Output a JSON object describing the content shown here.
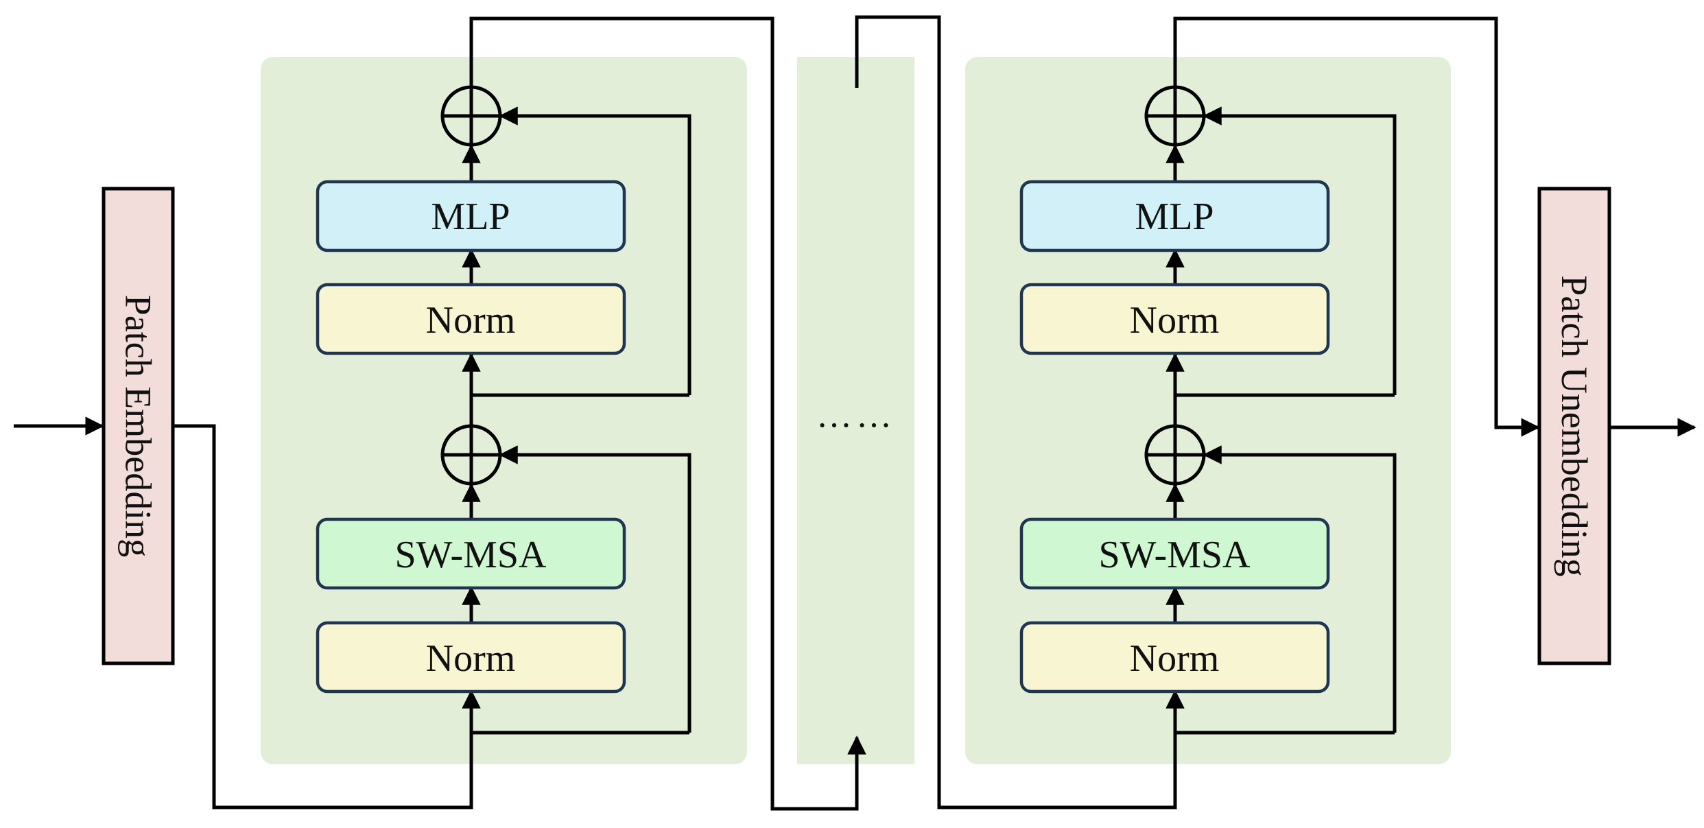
{
  "colors": {
    "block_bg": "#e2eed8",
    "patch_box": "#f2ddda",
    "mlp": "#d2f0f8",
    "norm": "#f8f5d2",
    "swmsa": "#cff8d2",
    "box_border": "#1f3550",
    "line": "#000000"
  },
  "patch_embedding": {
    "label": "Patch Embedding"
  },
  "patch_unembedding": {
    "label": "Patch Unembedding"
  },
  "blocks": [
    {
      "mlp": "MLP",
      "norm_top": "Norm",
      "attention": "SW-MSA",
      "norm_bottom": "Norm"
    },
    {
      "mlp": "MLP",
      "norm_top": "Norm",
      "attention": "SW-MSA",
      "norm_bottom": "Norm"
    }
  ],
  "middle": {
    "ellipsis": "……"
  },
  "icons": [
    "arrow-head-icon",
    "add-circle-icon"
  ]
}
